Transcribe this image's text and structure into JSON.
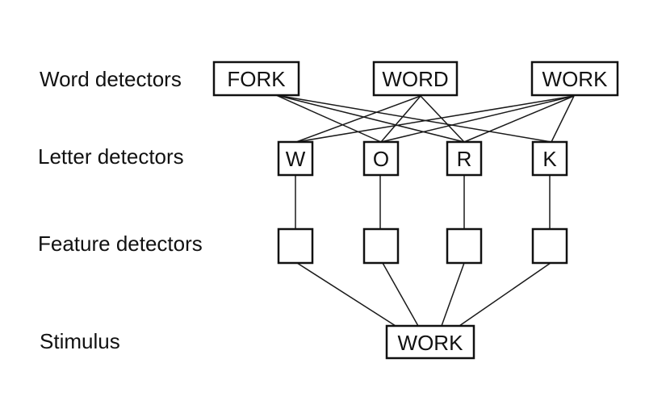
{
  "diagram": {
    "title": "Pandemonium-style word recognition model",
    "layers": [
      {
        "id": "word",
        "label": "Word detectors"
      },
      {
        "id": "letter",
        "label": "Letter detectors"
      },
      {
        "id": "feature",
        "label": "Feature detectors"
      },
      {
        "id": "stimulus",
        "label": "Stimulus"
      }
    ],
    "word_nodes": [
      {
        "id": "fork",
        "text": "FORK"
      },
      {
        "id": "word",
        "text": "WORD"
      },
      {
        "id": "work",
        "text": "WORK"
      }
    ],
    "letter_nodes": [
      {
        "id": "W",
        "text": "W"
      },
      {
        "id": "O",
        "text": "O"
      },
      {
        "id": "R",
        "text": "R"
      },
      {
        "id": "K",
        "text": "K"
      }
    ],
    "feature_nodes": [
      {
        "id": "f1",
        "text": ""
      },
      {
        "id": "f2",
        "text": ""
      },
      {
        "id": "f3",
        "text": ""
      },
      {
        "id": "f4",
        "text": ""
      }
    ],
    "stimulus_node": {
      "id": "stim",
      "text": "WORK"
    },
    "word_letter_edges": [
      [
        "fork",
        "O"
      ],
      [
        "fork",
        "R"
      ],
      [
        "fork",
        "K"
      ],
      [
        "word",
        "W"
      ],
      [
        "word",
        "O"
      ],
      [
        "word",
        "R"
      ],
      [
        "work",
        "W"
      ],
      [
        "work",
        "O"
      ],
      [
        "work",
        "R"
      ],
      [
        "work",
        "K"
      ]
    ],
    "letter_feature_edges": [
      [
        "W",
        "f1"
      ],
      [
        "O",
        "f2"
      ],
      [
        "R",
        "f3"
      ],
      [
        "K",
        "f4"
      ]
    ],
    "feature_stimulus_edges": [
      [
        "f1",
        "stim"
      ],
      [
        "f2",
        "stim"
      ],
      [
        "f3",
        "stim"
      ],
      [
        "f4",
        "stim"
      ]
    ]
  }
}
